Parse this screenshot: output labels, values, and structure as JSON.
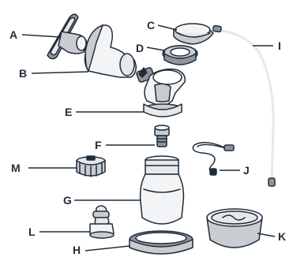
{
  "parts": [
    {
      "id": "A",
      "label": "A"
    },
    {
      "id": "B",
      "label": "B"
    },
    {
      "id": "C",
      "label": "C"
    },
    {
      "id": "D",
      "label": "D"
    },
    {
      "id": "E",
      "label": "E"
    },
    {
      "id": "F",
      "label": "F"
    },
    {
      "id": "G",
      "label": "G"
    },
    {
      "id": "H",
      "label": "H"
    },
    {
      "id": "I",
      "label": "I"
    },
    {
      "id": "J",
      "label": "J"
    },
    {
      "id": "K",
      "label": "K"
    },
    {
      "id": "L",
      "label": "L"
    },
    {
      "id": "M",
      "label": "M"
    }
  ],
  "colors": {
    "outline": "#1f2d3a",
    "fill_light": "#f3f4f5",
    "fill_mid": "#c9ccd0",
    "fill_dark": "#8f959b"
  }
}
